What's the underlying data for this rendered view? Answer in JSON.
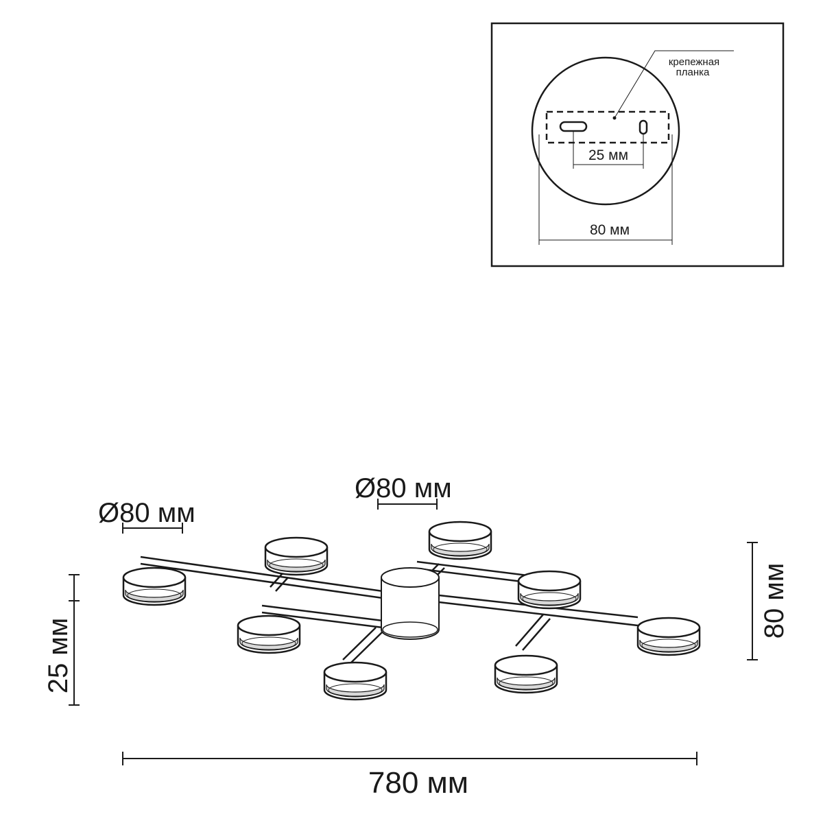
{
  "inset": {
    "plate_label_line1": "крепежная",
    "plate_label_line2": "планка",
    "dim_slots": "25 мм",
    "dim_base": "80 мм"
  },
  "main": {
    "dim_shade_left": "Ø80 мм",
    "dim_shade_top": "Ø80 мм",
    "dim_height_left": "25 мм",
    "dim_height_right": "80 мм",
    "dim_total_width": "780 мм"
  },
  "colors": {
    "line": "#1a1a1a",
    "shade_ring": "#d9d9d9",
    "background": "#ffffff"
  }
}
